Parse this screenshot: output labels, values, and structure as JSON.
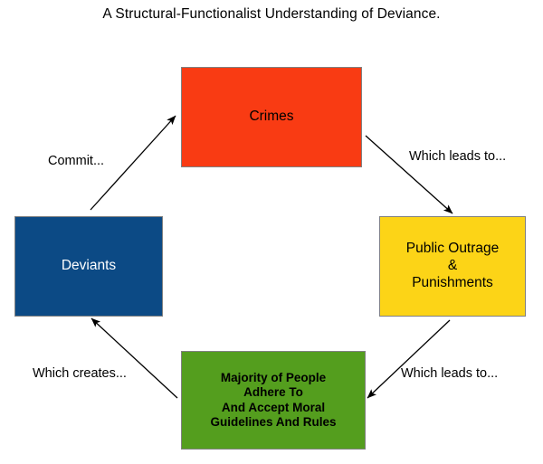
{
  "diagram": {
    "title": "A Structural-Functionalist Understanding of Deviance.",
    "type": "cycle-flowchart",
    "nodes": [
      {
        "id": "deviants",
        "label": "Deviants",
        "color": "#0c4a85",
        "text_color": "#ffffff"
      },
      {
        "id": "crimes",
        "label": "Crimes",
        "color": "#f93b13",
        "text_color": "#000000"
      },
      {
        "id": "outrage",
        "label": "Public Outrage\n&\nPunishments",
        "color": "#fcd417",
        "text_color": "#000000"
      },
      {
        "id": "majority",
        "label": "Majority of People\nAdhere To\nAnd Accept Moral\nGuidelines And Rules",
        "color": "#549e1e",
        "text_color": "#000000"
      }
    ],
    "edges": [
      {
        "id": "commit",
        "from": "deviants",
        "to": "crimes",
        "label": "Commit..."
      },
      {
        "id": "leads-upper",
        "from": "crimes",
        "to": "outrage",
        "label": "Which leads to..."
      },
      {
        "id": "leads-lower",
        "from": "outrage",
        "to": "majority",
        "label": "Which leads to..."
      },
      {
        "id": "creates",
        "from": "majority",
        "to": "deviants",
        "label": "Which creates..."
      }
    ]
  }
}
